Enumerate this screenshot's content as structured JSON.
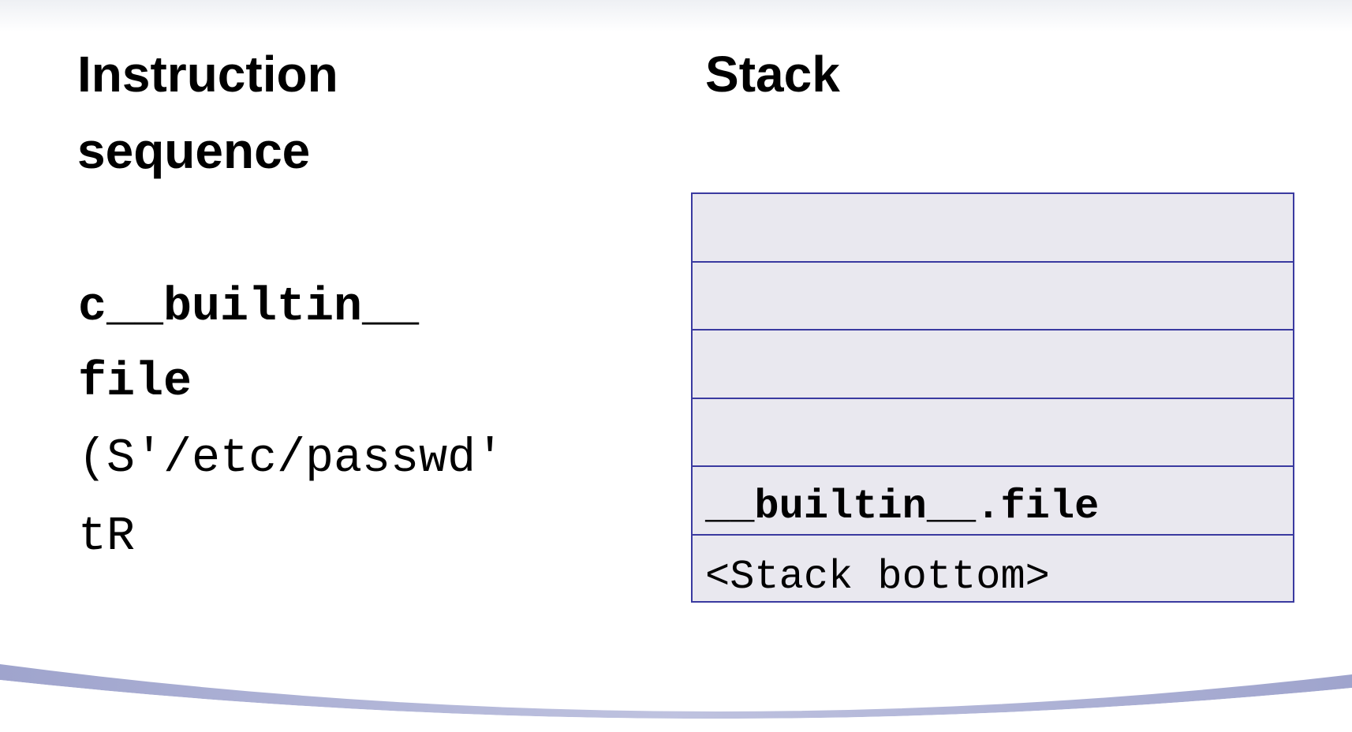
{
  "headings": {
    "instruction": "Instruction sequence",
    "stack": "Stack"
  },
  "instructions": [
    {
      "text": "c__builtin__",
      "bold": true
    },
    {
      "text": "file",
      "bold": true
    },
    {
      "text": "(S'/etc/passwd'",
      "bold": false
    },
    {
      "text": "tR",
      "bold": false
    }
  ],
  "stack": {
    "cells": [
      {
        "text": "",
        "bold": false
      },
      {
        "text": "",
        "bold": false
      },
      {
        "text": "",
        "bold": false
      },
      {
        "text": "",
        "bold": false
      },
      {
        "text": "__builtin__.file",
        "bold": true
      },
      {
        "text": "<Stack bottom>",
        "bold": false
      }
    ]
  },
  "colors": {
    "stack_border": "#3a3aa0",
    "stack_fill": "#e9e8ef",
    "swoosh": "#9aa0cc"
  }
}
